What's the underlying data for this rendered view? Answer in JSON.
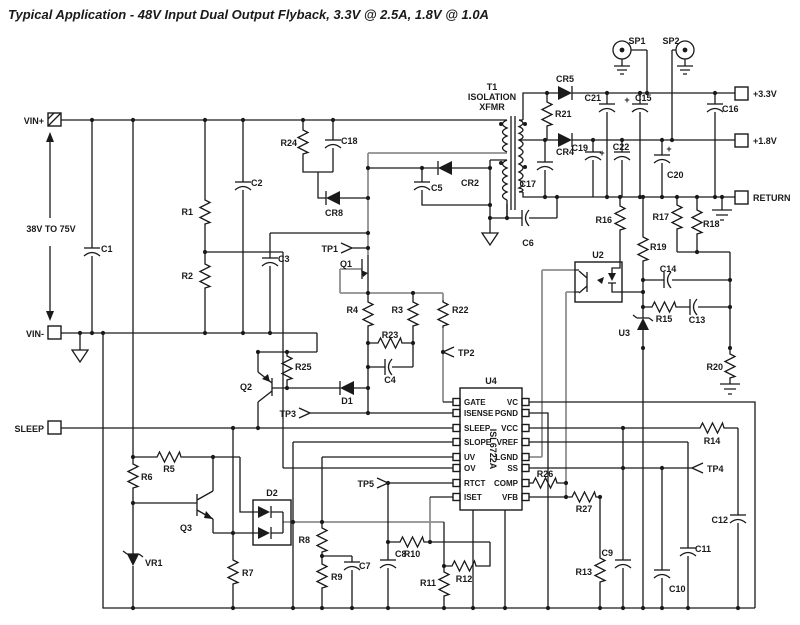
{
  "title": "Typical Application - 48V Input Dual Output Flyback, 3.3V @ 2.5A, 1.8V @ 1.0A",
  "ports": {
    "vin_plus": "VIN+",
    "vin_minus": "VIN-",
    "sleep": "SLEEP",
    "out_3v3": "+3.3V",
    "out_1v8": "+1.8V",
    "return": "RETURN",
    "sp1": "SP1",
    "sp2": "SP2"
  },
  "annotations": {
    "input_range": "38V TO 75V",
    "plus": "+"
  },
  "transformer": {
    "ref": "T1",
    "label1": "ISOLATION",
    "label2": "XFMR"
  },
  "ic": {
    "ref": "U4",
    "part": "ISL6722A",
    "left_pins": [
      "GATE",
      "ISENSE",
      "SLEEP",
      "SLOPE",
      "UV",
      "OV",
      "RTCT",
      "ISET"
    ],
    "right_pins": [
      "VC",
      "PGND",
      "VCC",
      "VREF",
      "LGND",
      "SS",
      "COMP",
      "VFB"
    ]
  },
  "test_points": {
    "tp1": "TP1",
    "tp2": "TP2",
    "tp3": "TP3",
    "tp4": "TP4",
    "tp5": "TP5"
  },
  "refdes": {
    "r1": "R1",
    "r2": "R2",
    "r3": "R3",
    "r4": "R4",
    "r5": "R5",
    "r6": "R6",
    "r7": "R7",
    "r8": "R8",
    "r9": "R9",
    "r10": "R10",
    "r11": "R11",
    "r12": "R12",
    "r13": "R13",
    "r14": "R14",
    "r15": "R15",
    "r16": "R16",
    "r17": "R17",
    "r18": "R18",
    "r19": "R19",
    "r20": "R20",
    "r21": "R21",
    "r22": "R22",
    "r23": "R23",
    "r24": "R24",
    "r25": "R25",
    "r26": "R26",
    "r27": "R27",
    "c1": "C1",
    "c2": "C2",
    "c3": "C3",
    "c4": "C4",
    "c5": "C5",
    "c6": "C6",
    "c7": "C7",
    "c8": "C8",
    "c9": "C9",
    "c10": "C10",
    "c11": "C11",
    "c12": "C12",
    "c13": "C13",
    "c14": "C14",
    "c15": "C15",
    "c16": "C16",
    "c17": "C17",
    "c18": "C18",
    "c19": "C19",
    "c20": "C20",
    "c21": "C21",
    "c22": "C22",
    "cr2": "CR2",
    "cr4": "CR4",
    "cr5": "CR5",
    "cr8": "CR8",
    "d1": "D1",
    "d2": "D2",
    "vr1": "VR1",
    "q1": "Q1",
    "q2": "Q2",
    "q3": "Q3",
    "u2": "U2",
    "u3": "U3"
  }
}
